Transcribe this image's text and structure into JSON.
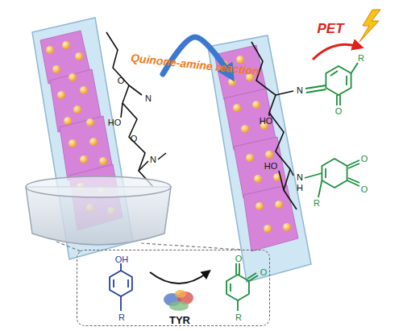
{
  "diagram": {
    "nodes": [
      {
        "text": [
          "O",
          "N",
          "HO",
          "O",
          "N"
        ]
      },
      {
        "text": [
          "HO",
          "N",
          "R",
          "O",
          "HO",
          "N",
          "H",
          "O",
          "O",
          "R"
        ]
      },
      {
        "text": [
          "OH",
          "R",
          "TYR",
          "O",
          "O",
          "R"
        ]
      }
    ],
    "edges": [
      {
        "from": 0,
        "to": 1,
        "label": "Quinone-amine reaction",
        "arrow": "to"
      }
    ],
    "labels": [
      "PET"
    ]
  }
}
